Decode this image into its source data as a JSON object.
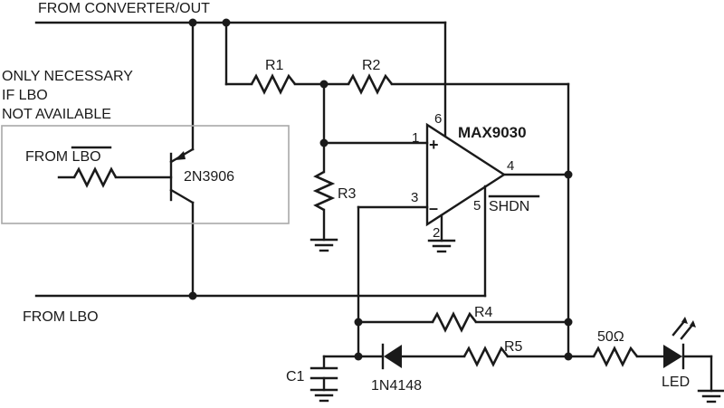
{
  "labels": {
    "from_converter": "FROM CONVERTER/OUT",
    "note_line1": "ONLY NECESSARY",
    "note_line2": "IF LBO",
    "note_line3": "NOT AVAILABLE",
    "from_lbo_bar_prefix": "FROM ",
    "from_lbo_bar": "LBO",
    "from_lbo": "FROM LBO",
    "transistor": "2N3906",
    "ic": "MAX9030",
    "r1": "R1",
    "r2": "R2",
    "r3": "R3",
    "r4": "R4",
    "r5": "R5",
    "c1": "C1",
    "diode": "1N4148",
    "resistor_50": "50Ω",
    "led": "LED",
    "shdn": "SHDN",
    "pin1": "1",
    "pin2": "2",
    "pin3": "3",
    "pin4": "4",
    "pin5": "5",
    "pin6": "6",
    "plus": "+",
    "minus": "–"
  }
}
